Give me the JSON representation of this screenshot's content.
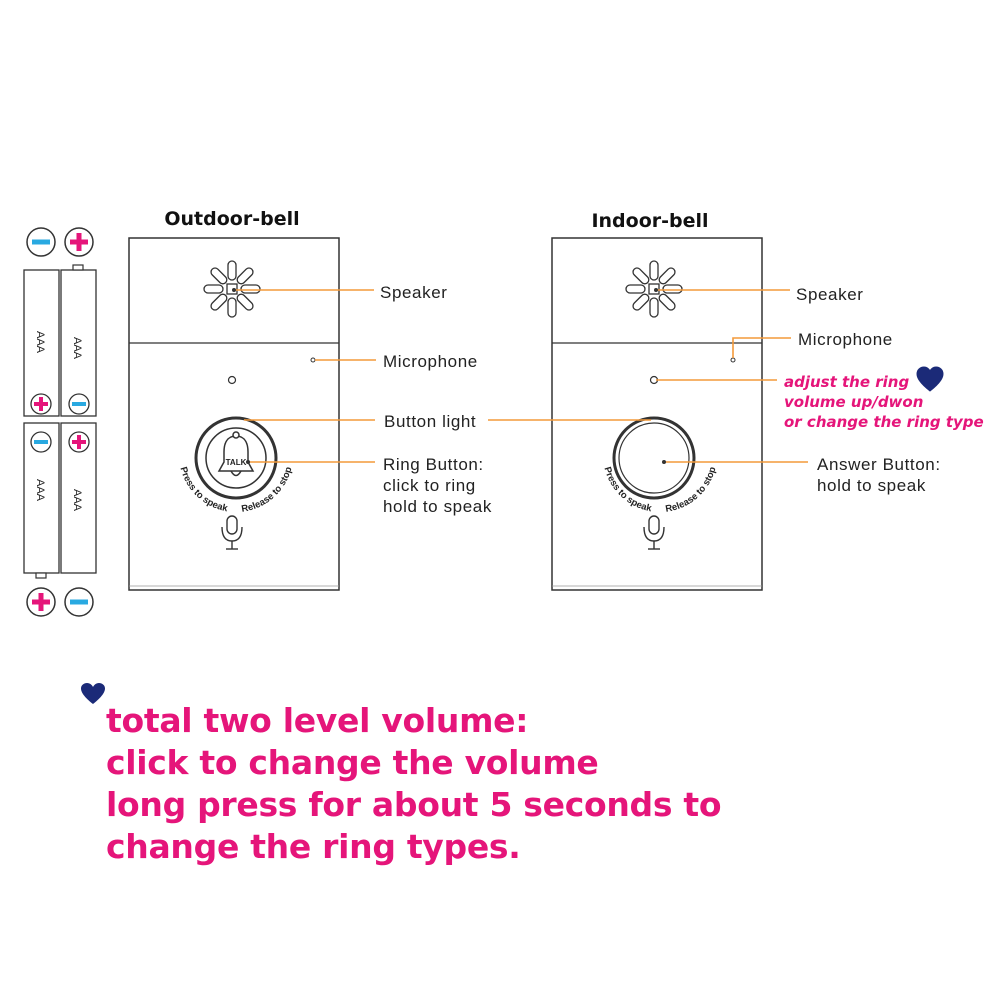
{
  "diagram": {
    "outdoor_title": "Outdoor-bell",
    "indoor_title": "Indoor-bell",
    "battery_label": "AAA",
    "outdoor": {
      "speaker": "Speaker",
      "microphone": "Microphone",
      "button_light": "Button light",
      "ring_button_line1": "Ring Button:",
      "ring_button_line2": "click to ring",
      "ring_button_line3": "hold to speak",
      "talk": "TALK",
      "press_to_speak": "Press to speak",
      "release_to_stop": "Release to stop"
    },
    "indoor": {
      "speaker": "Speaker",
      "microphone": "Microphone",
      "answer_line1": "Answer Button:",
      "answer_line2": "hold to speak",
      "press_to_speak": "Press to speak",
      "release_to_stop": "Release to stop",
      "note_line1": "adjust the ring",
      "note_line2": "volume up/dwon",
      "note_line3": "or change the ring type"
    }
  },
  "bottom_note": {
    "line1": "total two level volume:",
    "line2": "click to change the volume",
    "line3": "long press for about 5 seconds to",
    "line4": "change the ring types."
  },
  "colors": {
    "pink": "#e5157a",
    "blue_minus": "#29a9e1",
    "leader_orange": "#f39a3a",
    "heart_navy": "#1b2a78",
    "outline": "#333333"
  }
}
